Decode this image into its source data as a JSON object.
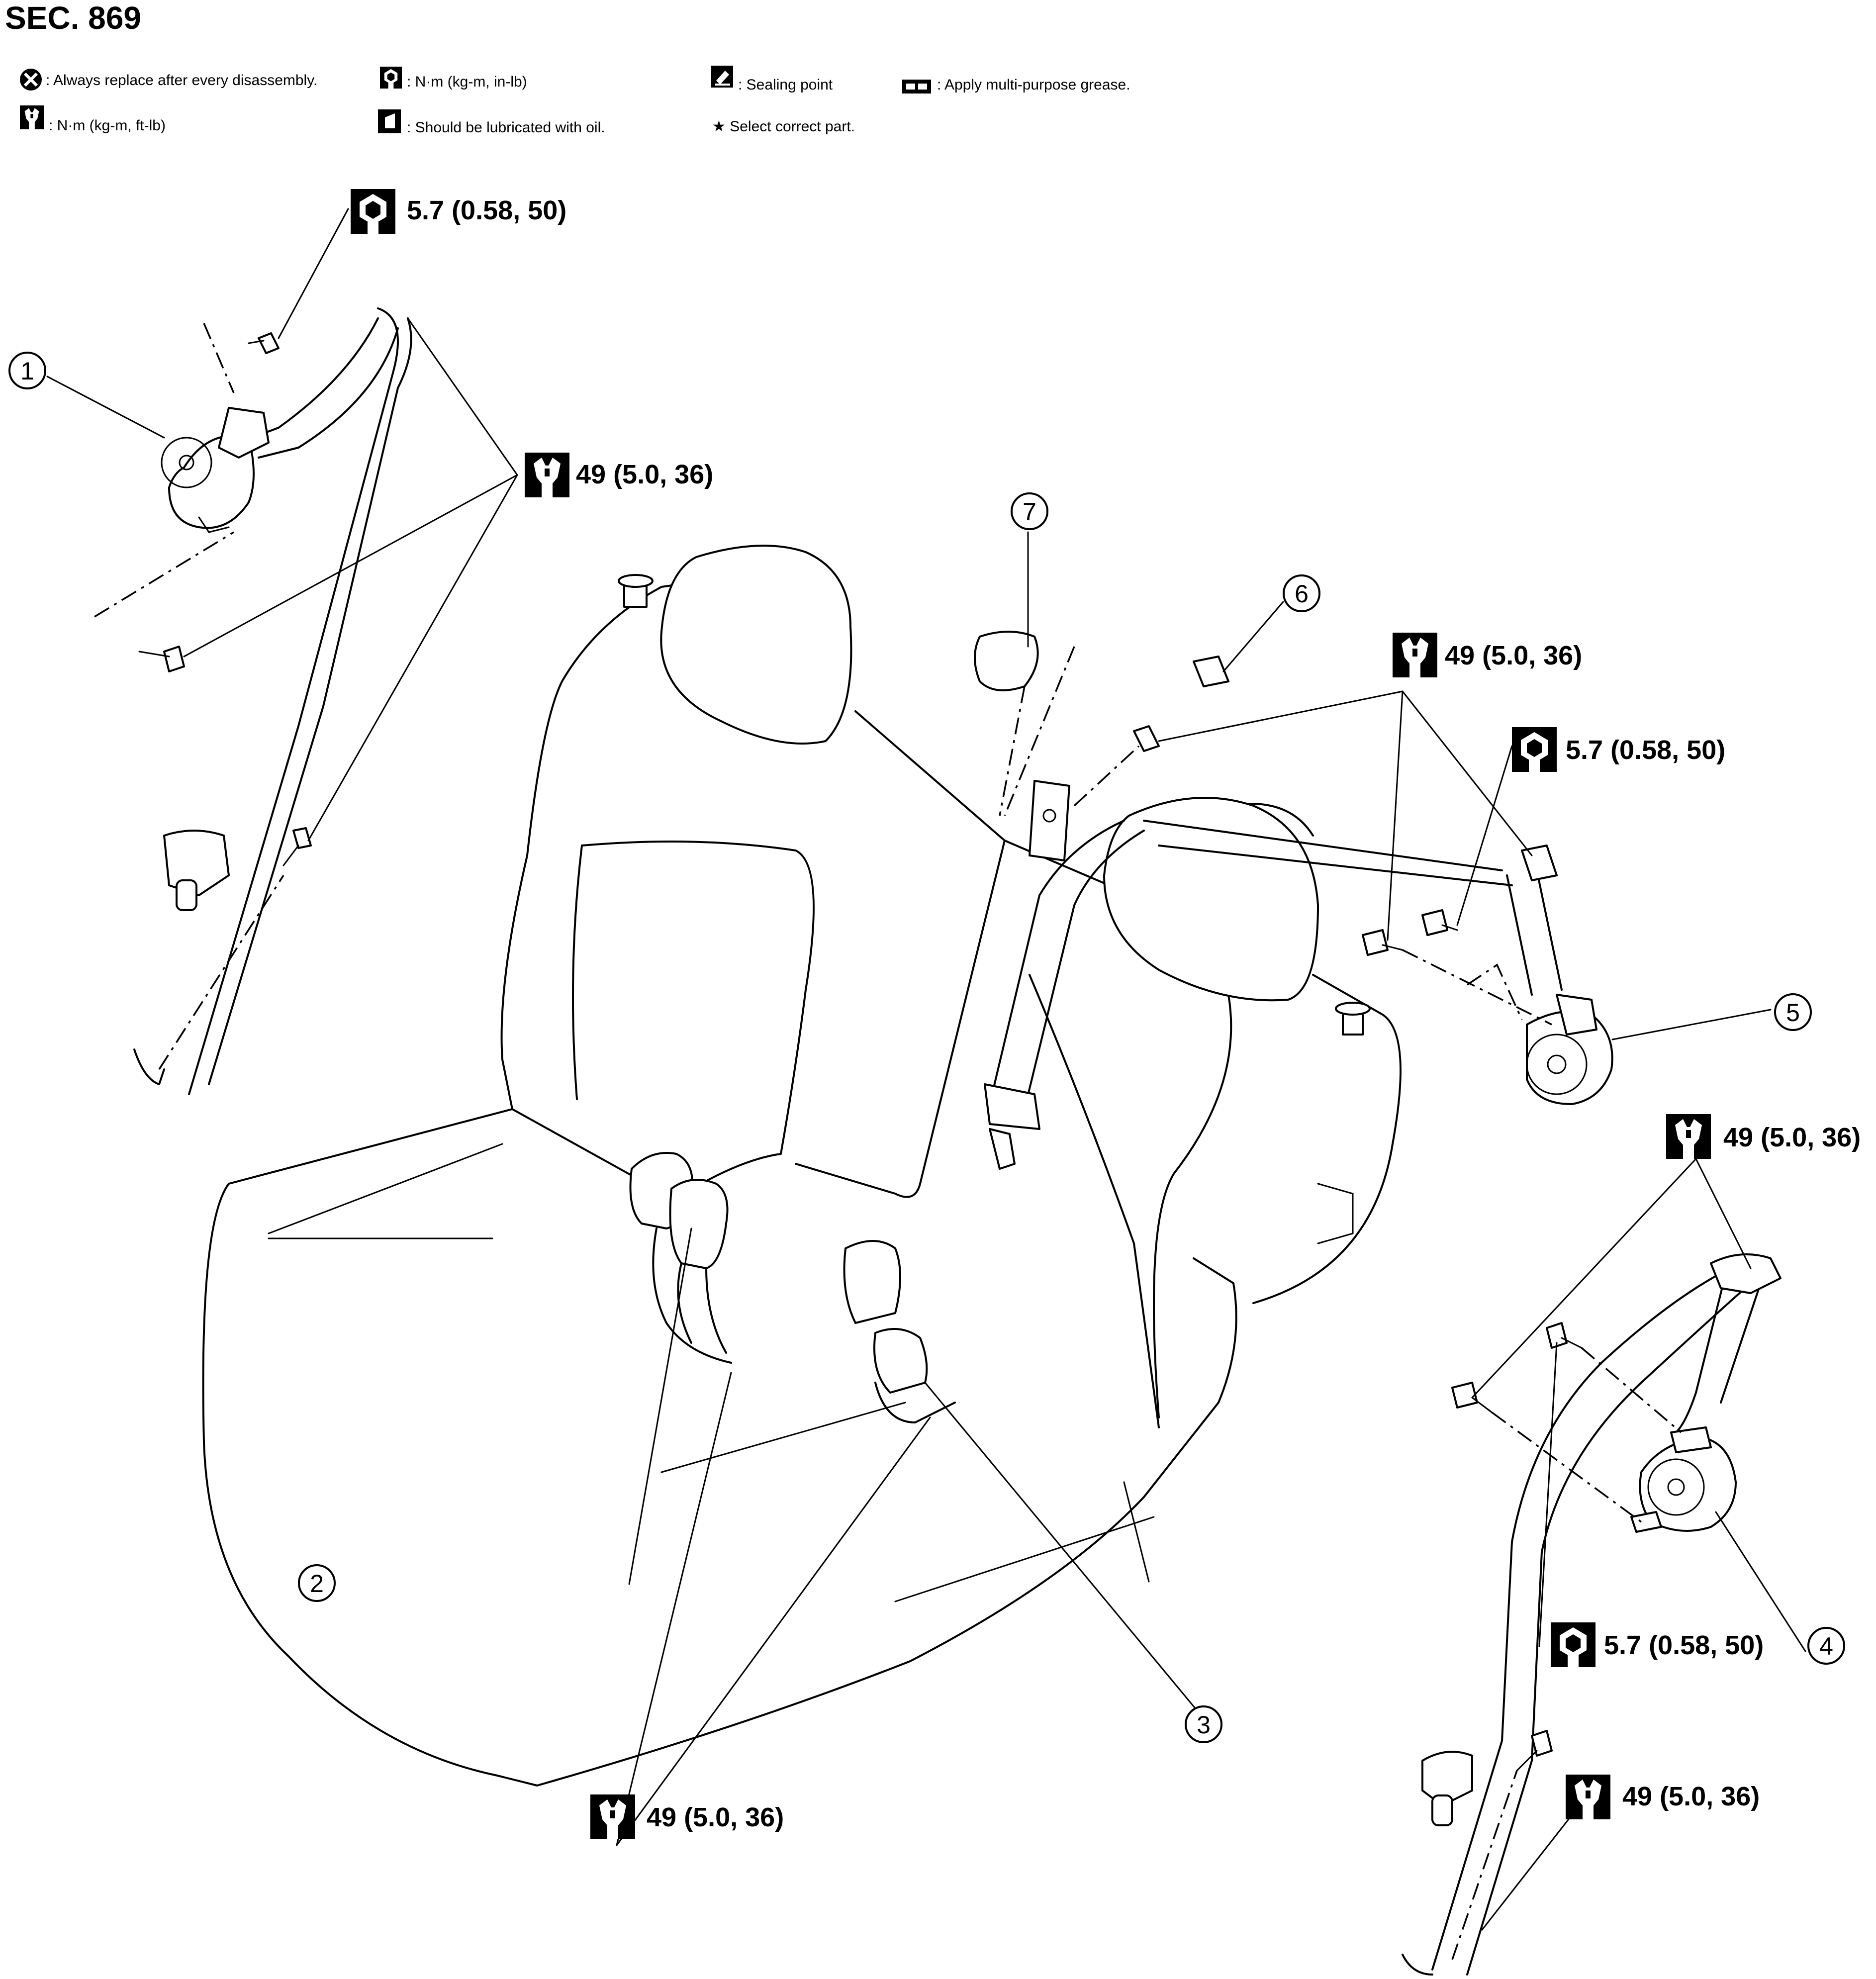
{
  "title": "SEC. 869",
  "legend": {
    "replace": ": Always replace after every disassembly.",
    "torque_inlb": ": N·m (kg-m, in-lb)",
    "sealing": ": Sealing point",
    "grease": ": Apply multi-purpose grease.",
    "torque_ftlb": ": N·m (kg-m, ft-lb)",
    "oil": ": Should be lubricated with oil.",
    "select": "★ Select correct part."
  },
  "icons": {
    "replace": "replace-always-icon",
    "torque_inlb": "torque-wrench-inlb-icon",
    "sealing": "sealing-point-icon",
    "grease": "grease-icon",
    "torque_ftlb": "torque-wrench-ftlb-icon",
    "oil": "oil-lubricate-icon"
  },
  "torque": {
    "t1": "5.7 (0.58, 50)",
    "t2": "49 (5.0, 36)",
    "t3": "49 (5.0, 36)",
    "t4": "5.7 (0.58, 50)",
    "t5": "49 (5.0, 36)",
    "t6": "5.7 (0.58, 50)",
    "t7": "49 (5.0, 36)",
    "t8": "49 (5.0, 36)"
  },
  "callouts": [
    "1",
    "2",
    "3",
    "4",
    "5",
    "6",
    "7"
  ]
}
